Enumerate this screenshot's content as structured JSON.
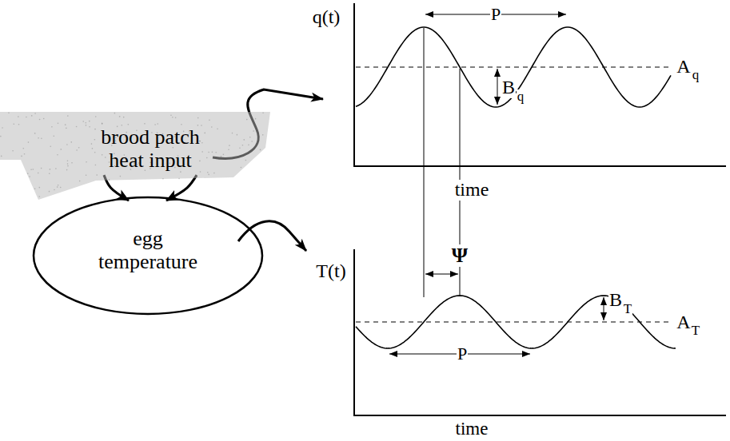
{
  "diagram": {
    "nodes": [
      {
        "text": [
          "brood patch heat input"
        ]
      },
      {
        "text": [
          "egg temperature"
        ]
      }
    ],
    "edges": [
      {
        "from": 0,
        "to": 1,
        "arrow": "to"
      },
      {
        "from": 0,
        "to": 1,
        "arrow": "to"
      }
    ],
    "labels": [
      "q(t)",
      "P",
      "A",
      "q",
      "B",
      "q",
      "time",
      "T(t)",
      "Ψ",
      "B",
      "T",
      "A",
      "T",
      "P",
      "time"
    ]
  }
}
